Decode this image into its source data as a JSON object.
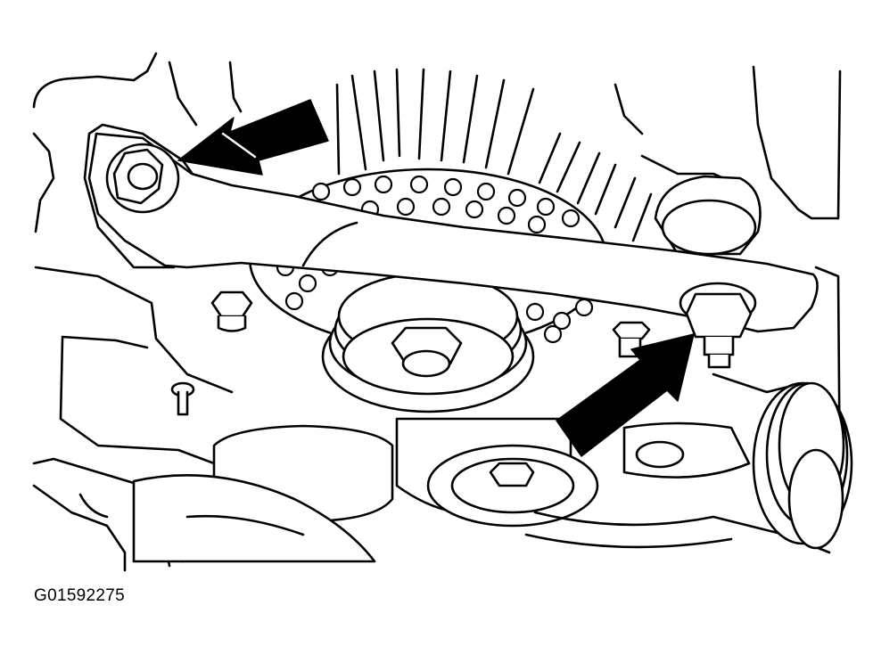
{
  "figure": {
    "code": "G01592275",
    "line_color": "#000000",
    "background_color": "#ffffff",
    "arrows": [
      "pointer-arrow-upper-bolt",
      "pointer-arrow-lower-nut"
    ]
  }
}
